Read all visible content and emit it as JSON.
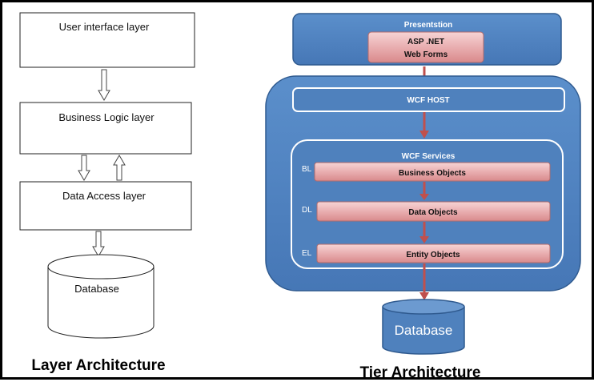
{
  "layer_architecture": {
    "caption": "Layer Architecture",
    "user_interface": "User interface layer",
    "business_logic": "Business Logic layer",
    "data_access": "Data Access layer",
    "database": "Database"
  },
  "tier_architecture": {
    "caption": "Tier Architecture",
    "presentation": {
      "title": "Presentstion",
      "line1": "ASP .NET",
      "line2": "Web Forms"
    },
    "wcf_host": "WCF HOST",
    "wcf_services": {
      "title": "WCF Services",
      "rows": [
        {
          "tag": "BL",
          "label": "Business Objects"
        },
        {
          "tag": "DL",
          "label": "Data Objects"
        },
        {
          "tag": "EL",
          "label": "Entity Objects"
        }
      ]
    },
    "database": "Database"
  },
  "colors": {
    "tier_blue": "#4f81bd",
    "tier_border": "#2f5a8f",
    "pink_box": "#e9aeb0",
    "red_arrow": "#c0504d"
  }
}
